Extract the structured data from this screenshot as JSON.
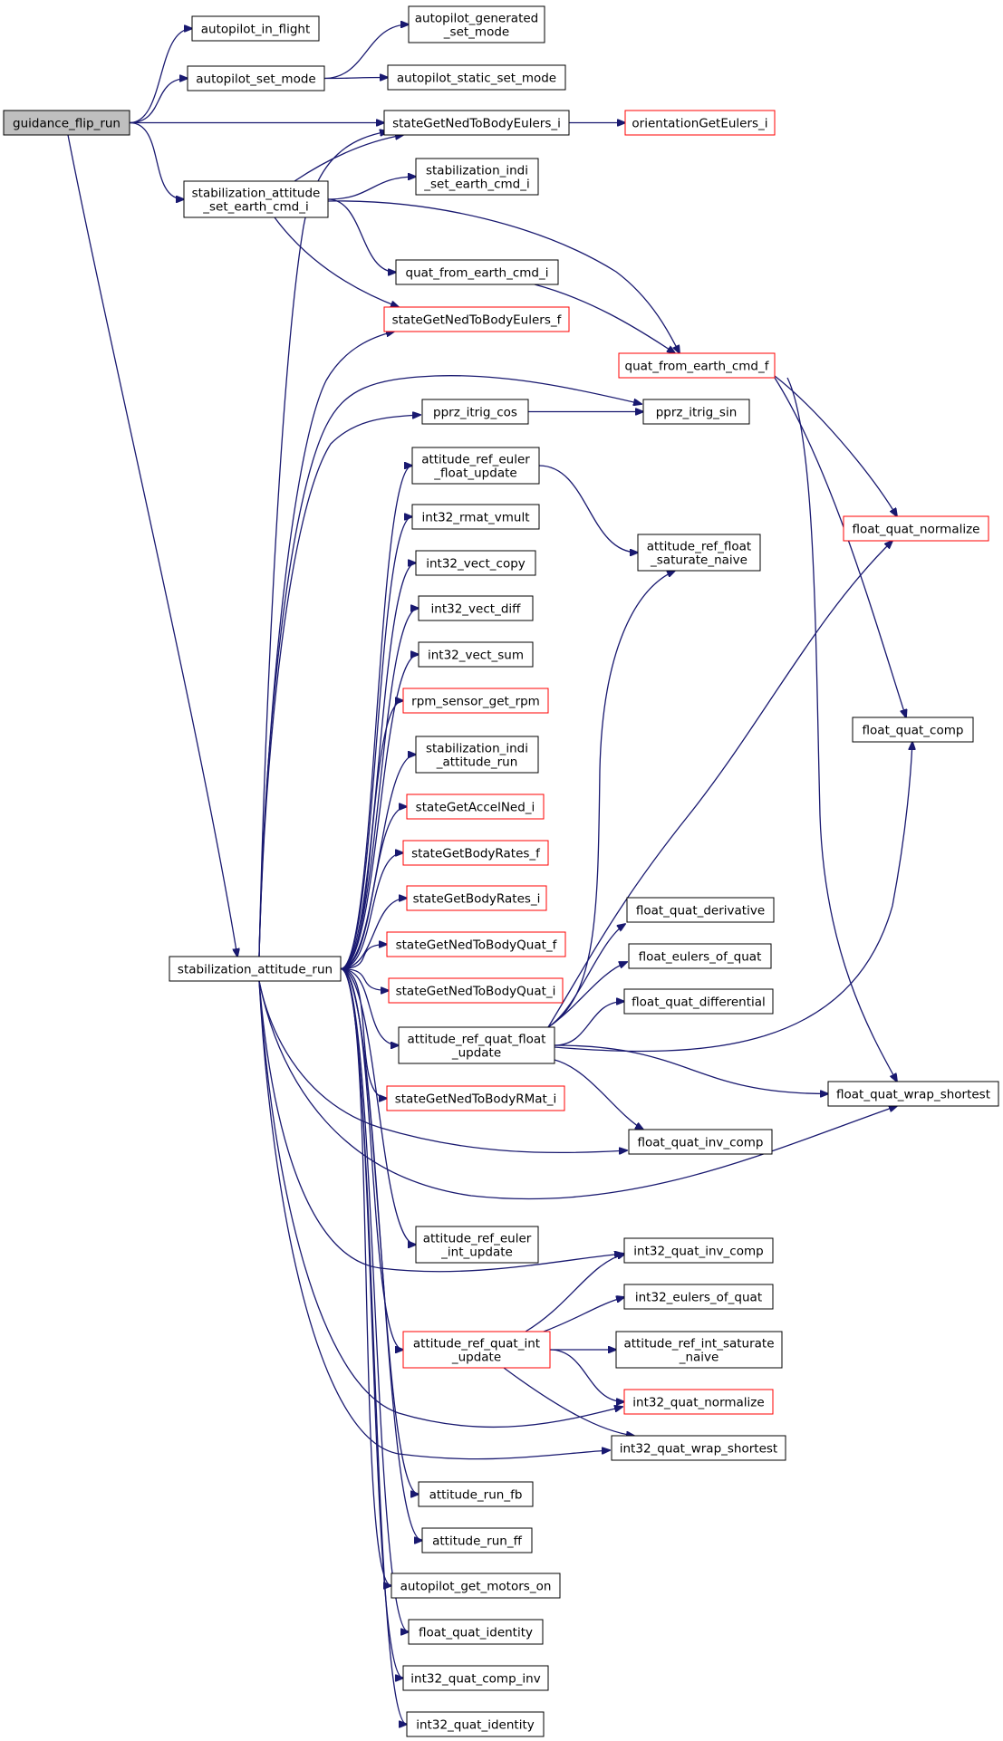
{
  "colors": {
    "edge": "#191970",
    "node_border": "#000000",
    "node_border_red": "#ff0000",
    "node_fill": "#ffffff",
    "root_fill": "#bfbfbf"
  },
  "nodes": [
    {
      "id": "guidance_flip_run",
      "lines": [
        "guidance_flip_run"
      ],
      "style": "root"
    },
    {
      "id": "autopilot_in_flight",
      "lines": [
        "autopilot_in_flight"
      ],
      "style": "normal"
    },
    {
      "id": "autopilot_set_mode",
      "lines": [
        "autopilot_set_mode"
      ],
      "style": "normal"
    },
    {
      "id": "autopilot_generated_set_mode",
      "lines": [
        "autopilot_generated",
        "_set_mode"
      ],
      "style": "normal"
    },
    {
      "id": "autopilot_static_set_mode",
      "lines": [
        "autopilot_static_set_mode"
      ],
      "style": "normal"
    },
    {
      "id": "stateGetNedToBodyEulers_i",
      "lines": [
        "stateGetNedToBodyEulers_i"
      ],
      "style": "normal"
    },
    {
      "id": "orientationGetEulers_i",
      "lines": [
        "orientationGetEulers_i"
      ],
      "style": "red"
    },
    {
      "id": "stabilization_attitude_set_earth_cmd_i",
      "lines": [
        "stabilization_attitude",
        "_set_earth_cmd_i"
      ],
      "style": "normal"
    },
    {
      "id": "stabilization_indi_set_earth_cmd_i",
      "lines": [
        "stabilization_indi",
        "_set_earth_cmd_i"
      ],
      "style": "normal"
    },
    {
      "id": "quat_from_earth_cmd_i",
      "lines": [
        "quat_from_earth_cmd_i"
      ],
      "style": "normal"
    },
    {
      "id": "stateGetNedToBodyEulers_f",
      "lines": [
        "stateGetNedToBodyEulers_f"
      ],
      "style": "red"
    },
    {
      "id": "quat_from_earth_cmd_f",
      "lines": [
        "quat_from_earth_cmd_f"
      ],
      "style": "red"
    },
    {
      "id": "pprz_itrig_cos",
      "lines": [
        "pprz_itrig_cos"
      ],
      "style": "normal"
    },
    {
      "id": "pprz_itrig_sin",
      "lines": [
        "pprz_itrig_sin"
      ],
      "style": "normal"
    },
    {
      "id": "attitude_ref_euler_float_update",
      "lines": [
        "attitude_ref_euler",
        "_float_update"
      ],
      "style": "normal"
    },
    {
      "id": "int32_rmat_vmult",
      "lines": [
        "int32_rmat_vmult"
      ],
      "style": "normal"
    },
    {
      "id": "float_quat_normalize",
      "lines": [
        "float_quat_normalize"
      ],
      "style": "red"
    },
    {
      "id": "attitude_ref_float_saturate_naive",
      "lines": [
        "attitude_ref_float",
        "_saturate_naive"
      ],
      "style": "normal"
    },
    {
      "id": "int32_vect_copy",
      "lines": [
        "int32_vect_copy"
      ],
      "style": "normal"
    },
    {
      "id": "int32_vect_diff",
      "lines": [
        "int32_vect_diff"
      ],
      "style": "normal"
    },
    {
      "id": "int32_vect_sum",
      "lines": [
        "int32_vect_sum"
      ],
      "style": "normal"
    },
    {
      "id": "rpm_sensor_get_rpm",
      "lines": [
        "rpm_sensor_get_rpm"
      ],
      "style": "red"
    },
    {
      "id": "float_quat_comp",
      "lines": [
        "float_quat_comp"
      ],
      "style": "normal"
    },
    {
      "id": "stabilization_indi_attitude_run",
      "lines": [
        "stabilization_indi",
        "_attitude_run"
      ],
      "style": "normal"
    },
    {
      "id": "stateGetAccelNed_i",
      "lines": [
        "stateGetAccelNed_i"
      ],
      "style": "red"
    },
    {
      "id": "stateGetBodyRates_f",
      "lines": [
        "stateGetBodyRates_f"
      ],
      "style": "red"
    },
    {
      "id": "stateGetBodyRates_i",
      "lines": [
        "stateGetBodyRates_i"
      ],
      "style": "red"
    },
    {
      "id": "float_quat_derivative",
      "lines": [
        "float_quat_derivative"
      ],
      "style": "normal"
    },
    {
      "id": "stateGetNedToBodyQuat_f",
      "lines": [
        "stateGetNedToBodyQuat_f"
      ],
      "style": "red"
    },
    {
      "id": "float_eulers_of_quat",
      "lines": [
        "float_eulers_of_quat"
      ],
      "style": "normal"
    },
    {
      "id": "stabilization_attitude_run",
      "lines": [
        "stabilization_attitude_run"
      ],
      "style": "normal"
    },
    {
      "id": "stateGetNedToBodyQuat_i",
      "lines": [
        "stateGetNedToBodyQuat_i"
      ],
      "style": "red"
    },
    {
      "id": "float_quat_differential",
      "lines": [
        "float_quat_differential"
      ],
      "style": "normal"
    },
    {
      "id": "attitude_ref_quat_float_update",
      "lines": [
        "attitude_ref_quat_float",
        "_update"
      ],
      "style": "normal"
    },
    {
      "id": "float_quat_wrap_shortest",
      "lines": [
        "float_quat_wrap_shortest"
      ],
      "style": "normal"
    },
    {
      "id": "stateGetNedToBodyRMat_i",
      "lines": [
        "stateGetNedToBodyRMat_i"
      ],
      "style": "red"
    },
    {
      "id": "float_quat_inv_comp",
      "lines": [
        "float_quat_inv_comp"
      ],
      "style": "normal"
    },
    {
      "id": "attitude_ref_euler_int_update",
      "lines": [
        "attitude_ref_euler",
        "_int_update"
      ],
      "style": "normal"
    },
    {
      "id": "int32_quat_inv_comp",
      "lines": [
        "int32_quat_inv_comp"
      ],
      "style": "normal"
    },
    {
      "id": "int32_eulers_of_quat",
      "lines": [
        "int32_eulers_of_quat"
      ],
      "style": "normal"
    },
    {
      "id": "attitude_ref_quat_int_update",
      "lines": [
        "attitude_ref_quat_int",
        "_update"
      ],
      "style": "red"
    },
    {
      "id": "attitude_ref_int_saturate_naive",
      "lines": [
        "attitude_ref_int_saturate",
        "_naive"
      ],
      "style": "normal"
    },
    {
      "id": "int32_quat_normalize",
      "lines": [
        "int32_quat_normalize"
      ],
      "style": "red"
    },
    {
      "id": "int32_quat_wrap_shortest",
      "lines": [
        "int32_quat_wrap_shortest"
      ],
      "style": "normal"
    },
    {
      "id": "attitude_run_fb",
      "lines": [
        "attitude_run_fb"
      ],
      "style": "normal"
    },
    {
      "id": "attitude_run_ff",
      "lines": [
        "attitude_run_ff"
      ],
      "style": "normal"
    },
    {
      "id": "autopilot_get_motors_on",
      "lines": [
        "autopilot_get_motors_on"
      ],
      "style": "normal"
    },
    {
      "id": "float_quat_identity",
      "lines": [
        "float_quat_identity"
      ],
      "style": "normal"
    },
    {
      "id": "int32_quat_comp_inv",
      "lines": [
        "int32_quat_comp_inv"
      ],
      "style": "normal"
    },
    {
      "id": "int32_quat_identity",
      "lines": [
        "int32_quat_identity"
      ],
      "style": "normal"
    }
  ],
  "edges": [
    {
      "from": "guidance_flip_run",
      "to": "autopilot_in_flight"
    },
    {
      "from": "guidance_flip_run",
      "to": "autopilot_set_mode"
    },
    {
      "from": "guidance_flip_run",
      "to": "stateGetNedToBodyEulers_i"
    },
    {
      "from": "guidance_flip_run",
      "to": "stabilization_attitude_set_earth_cmd_i"
    },
    {
      "from": "guidance_flip_run",
      "to": "stabilization_attitude_run"
    },
    {
      "from": "autopilot_set_mode",
      "to": "autopilot_generated_set_mode"
    },
    {
      "from": "autopilot_set_mode",
      "to": "autopilot_static_set_mode"
    },
    {
      "from": "stateGetNedToBodyEulers_i",
      "to": "orientationGetEulers_i"
    },
    {
      "from": "stabilization_attitude_set_earth_cmd_i",
      "to": "stateGetNedToBodyEulers_i"
    },
    {
      "from": "stabilization_attitude_set_earth_cmd_i",
      "to": "stabilization_indi_set_earth_cmd_i"
    },
    {
      "from": "stabilization_attitude_set_earth_cmd_i",
      "to": "quat_from_earth_cmd_i"
    },
    {
      "from": "stabilization_attitude_set_earth_cmd_i",
      "to": "stateGetNedToBodyEulers_f"
    },
    {
      "from": "stabilization_attitude_set_earth_cmd_i",
      "to": "quat_from_earth_cmd_f"
    },
    {
      "from": "quat_from_earth_cmd_i",
      "to": "quat_from_earth_cmd_f"
    },
    {
      "from": "quat_from_earth_cmd_f",
      "to": "float_quat_normalize"
    },
    {
      "from": "quat_from_earth_cmd_f",
      "to": "float_quat_comp"
    },
    {
      "from": "quat_from_earth_cmd_f",
      "to": "float_quat_wrap_shortest"
    },
    {
      "from": "pprz_itrig_cos",
      "to": "pprz_itrig_sin"
    },
    {
      "from": "attitude_ref_euler_float_update",
      "to": "attitude_ref_float_saturate_naive"
    },
    {
      "from": "stabilization_attitude_run",
      "to": "stateGetNedToBodyEulers_i"
    },
    {
      "from": "stabilization_attitude_run",
      "to": "stateGetNedToBodyEulers_f"
    },
    {
      "from": "stabilization_attitude_run",
      "to": "pprz_itrig_sin"
    },
    {
      "from": "stabilization_attitude_run",
      "to": "pprz_itrig_cos"
    },
    {
      "from": "stabilization_attitude_run",
      "to": "attitude_ref_euler_float_update"
    },
    {
      "from": "stabilization_attitude_run",
      "to": "int32_rmat_vmult"
    },
    {
      "from": "stabilization_attitude_run",
      "to": "int32_vect_copy"
    },
    {
      "from": "stabilization_attitude_run",
      "to": "int32_vect_diff"
    },
    {
      "from": "stabilization_attitude_run",
      "to": "int32_vect_sum"
    },
    {
      "from": "stabilization_attitude_run",
      "to": "rpm_sensor_get_rpm"
    },
    {
      "from": "stabilization_attitude_run",
      "to": "stabilization_indi_attitude_run"
    },
    {
      "from": "stabilization_attitude_run",
      "to": "stateGetAccelNed_i"
    },
    {
      "from": "stabilization_attitude_run",
      "to": "stateGetBodyRates_f"
    },
    {
      "from": "stabilization_attitude_run",
      "to": "stateGetBodyRates_i"
    },
    {
      "from": "stabilization_attitude_run",
      "to": "stateGetNedToBodyQuat_f"
    },
    {
      "from": "stabilization_attitude_run",
      "to": "stateGetNedToBodyQuat_i"
    },
    {
      "from": "stabilization_attitude_run",
      "to": "attitude_ref_quat_float_update"
    },
    {
      "from": "stabilization_attitude_run",
      "to": "stateGetNedToBodyRMat_i"
    },
    {
      "from": "stabilization_attitude_run",
      "to": "float_quat_inv_comp"
    },
    {
      "from": "stabilization_attitude_run",
      "to": "float_quat_wrap_shortest"
    },
    {
      "from": "stabilization_attitude_run",
      "to": "attitude_ref_euler_int_update"
    },
    {
      "from": "stabilization_attitude_run",
      "to": "int32_quat_inv_comp"
    },
    {
      "from": "stabilization_attitude_run",
      "to": "attitude_ref_quat_int_update"
    },
    {
      "from": "stabilization_attitude_run",
      "to": "int32_quat_normalize"
    },
    {
      "from": "stabilization_attitude_run",
      "to": "int32_quat_wrap_shortest"
    },
    {
      "from": "stabilization_attitude_run",
      "to": "attitude_run_fb"
    },
    {
      "from": "stabilization_attitude_run",
      "to": "attitude_run_ff"
    },
    {
      "from": "stabilization_attitude_run",
      "to": "autopilot_get_motors_on"
    },
    {
      "from": "stabilization_attitude_run",
      "to": "float_quat_identity"
    },
    {
      "from": "stabilization_attitude_run",
      "to": "int32_quat_comp_inv"
    },
    {
      "from": "stabilization_attitude_run",
      "to": "int32_quat_identity"
    },
    {
      "from": "attitude_ref_quat_float_update",
      "to": "attitude_ref_float_saturate_naive"
    },
    {
      "from": "attitude_ref_quat_float_update",
      "to": "float_quat_normalize"
    },
    {
      "from": "attitude_ref_quat_float_update",
      "to": "float_quat_comp"
    },
    {
      "from": "attitude_ref_quat_float_update",
      "to": "float_quat_derivative"
    },
    {
      "from": "attitude_ref_quat_float_update",
      "to": "float_eulers_of_quat"
    },
    {
      "from": "attitude_ref_quat_float_update",
      "to": "float_quat_differential"
    },
    {
      "from": "attitude_ref_quat_float_update",
      "to": "float_quat_wrap_shortest"
    },
    {
      "from": "attitude_ref_quat_float_update",
      "to": "float_quat_inv_comp"
    },
    {
      "from": "attitude_ref_quat_int_update",
      "to": "int32_quat_inv_comp"
    },
    {
      "from": "attitude_ref_quat_int_update",
      "to": "int32_eulers_of_quat"
    },
    {
      "from": "attitude_ref_quat_int_update",
      "to": "attitude_ref_int_saturate_naive"
    },
    {
      "from": "attitude_ref_quat_int_update",
      "to": "int32_quat_normalize"
    },
    {
      "from": "attitude_ref_quat_int_update",
      "to": "int32_quat_wrap_shortest"
    }
  ]
}
